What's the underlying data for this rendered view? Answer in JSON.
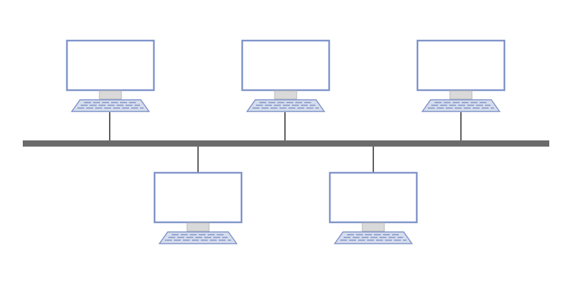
{
  "colors": {
    "background": "#ffffff",
    "bus": "#6b6b6b",
    "drop_line": "#5a5a5a",
    "monitor_frame": "#7f93c9",
    "monitor_screen": "#ffffff",
    "monitor_stand": "#d9d9d9",
    "keyboard_fill": "#d6dcec",
    "keyboard_keys": "#7f93c9"
  },
  "diagram": {
    "topology": "bus",
    "node_count": 5,
    "nodes": [
      {
        "icon": "computer-icon",
        "side": "top"
      },
      {
        "icon": "computer-icon",
        "side": "top"
      },
      {
        "icon": "computer-icon",
        "side": "top"
      },
      {
        "icon": "computer-icon",
        "side": "bottom"
      },
      {
        "icon": "computer-icon",
        "side": "bottom"
      }
    ]
  }
}
